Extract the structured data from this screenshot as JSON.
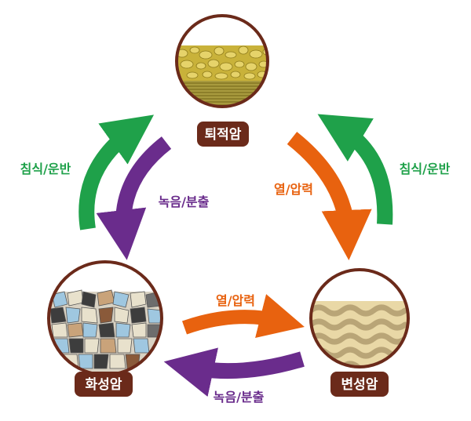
{
  "rocks": {
    "sedimentary": "퇴적암",
    "igneous": "화성암",
    "metamorphic": "변성암"
  },
  "processes": {
    "erosion_left": "침식/운반",
    "erosion_right": "침식/운반",
    "melting_left": "녹음/분출",
    "melting_bottom": "녹음/분출",
    "heat_right": "열/압력",
    "heat_bottom": "열/압력"
  },
  "colors": {
    "green": "#1fa14a",
    "purple": "#6a2c8c",
    "orange": "#e8620f",
    "label_bg": "#6b2a1a",
    "ring": "#6b2a1a"
  }
}
